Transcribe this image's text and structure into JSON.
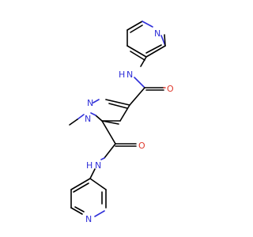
{
  "molecule": {
    "atoms": {
      "n_top_pyridine": {
        "label": "N",
        "color": "#2f2fd8"
      },
      "nh_top": {
        "label": "N",
        "h_label": "H",
        "color": "#2f2fd8"
      },
      "o_top": {
        "label": "O",
        "color": "#e03a2e"
      },
      "n_pyrazole": {
        "label": "N",
        "color": "#2f2fd8"
      },
      "n_methyl": {
        "label": "N",
        "color": "#2f2fd8"
      },
      "o_bottom": {
        "label": "O",
        "color": "#e03a2e"
      },
      "nh_bottom": {
        "label": "N",
        "h_label": "H",
        "color": "#2f2fd8"
      },
      "n_bottom_pyridine": {
        "label": "N",
        "color": "#2f2fd8"
      }
    }
  }
}
